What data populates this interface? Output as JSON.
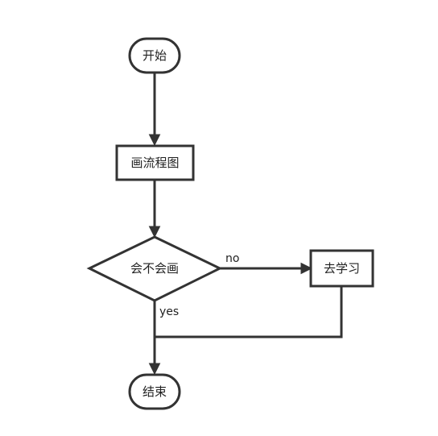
{
  "nodes": {
    "start": {
      "label": "开始",
      "shape": "terminator"
    },
    "draw_flowchart": {
      "label": "画流程图",
      "shape": "process"
    },
    "can_draw": {
      "label": "会不会画",
      "shape": "decision"
    },
    "go_learn": {
      "label": "去学习",
      "shape": "process"
    },
    "end": {
      "label": "结束",
      "shape": "terminator"
    }
  },
  "edges": {
    "no_label": "no",
    "yes_label": "yes"
  },
  "colors": {
    "stroke": "#333333",
    "fill": "#ffffff",
    "text": "#222222"
  }
}
